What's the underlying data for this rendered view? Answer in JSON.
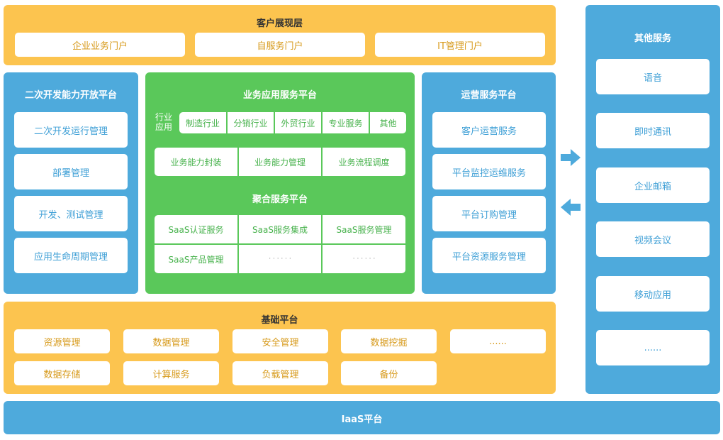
{
  "customer_layer": {
    "title": "客户展现层",
    "items": [
      "企业业务门户",
      "自服务门户",
      "IT管理门户"
    ]
  },
  "dev_platform": {
    "title": "二次开发能力开放平台",
    "items": [
      "二次开发运行管理",
      "部署管理",
      "开发、测试管理",
      "应用生命周期管理"
    ]
  },
  "business_platform": {
    "title": "业务应用服务平台",
    "industry_label": "行业\n应用",
    "industries": [
      "制造行业",
      "分销行业",
      "外贸行业",
      "专业服务",
      "其他"
    ],
    "capabilities": [
      "业务能力封装",
      "业务能力管理",
      "业务流程调度"
    ],
    "aggregate_title": "聚合服务平台",
    "saas_row1": [
      "SaaS认证服务",
      "SaaS服务集成",
      "SaaS服务管理"
    ],
    "saas_row2": [
      "SaaS产品管理",
      "· · · · · ·",
      "· · · · · ·"
    ]
  },
  "ops_platform": {
    "title": "运营服务平台",
    "items": [
      "客户运营服务",
      "平台监控运维服务",
      "平台订购管理",
      "平台资源服务管理"
    ]
  },
  "other_services": {
    "title": "其他服务",
    "items": [
      "语音",
      "即时通讯",
      "企业邮箱",
      "视频会议",
      "移动应用",
      "......"
    ]
  },
  "base_platform": {
    "title": "基础平台",
    "row1": [
      "资源管理",
      "数据管理",
      "安全管理",
      "数据挖掘",
      "......"
    ],
    "row2": [
      "数据存储",
      "计算服务",
      "负载管理",
      "备份"
    ]
  },
  "iaas": {
    "title": "IaaS平台"
  },
  "icons": {
    "arrow_right": "arrow-right-icon",
    "arrow_left": "arrow-left-icon"
  },
  "colors": {
    "orange": "#fcc44f",
    "blue": "#4eaadc",
    "green": "#5ac85a"
  }
}
